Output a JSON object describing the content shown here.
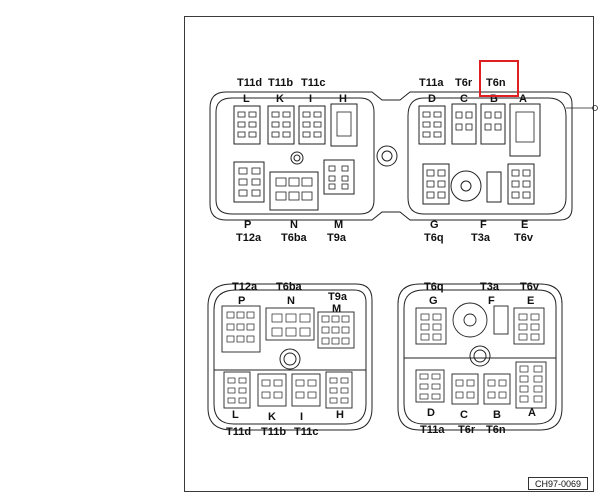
{
  "diagram": {
    "figure_code": "CH97-0069",
    "highlighted_label": "T6n",
    "top_view": {
      "upper_left_top": [
        "T11d",
        "T11b",
        "T11c"
      ],
      "upper_left_letters": [
        "L",
        "K",
        "I",
        "H"
      ],
      "upper_left_bottom_letters": [
        "P",
        "N",
        "M"
      ],
      "upper_left_bottom": [
        "T12a",
        "T6ba",
        "T9a"
      ],
      "upper_right_top": [
        "T11a",
        "T6r",
        "T6n"
      ],
      "upper_right_letters": [
        "D",
        "C",
        "B",
        "A"
      ],
      "upper_right_bottom_letters": [
        "G",
        "F",
        "E"
      ],
      "upper_right_bottom": [
        "T6q",
        "T3a",
        "T6v"
      ]
    },
    "bottom_view": {
      "left_top": [
        "T12a",
        "T6ba"
      ],
      "left_top_letters": [
        "P",
        "N"
      ],
      "left_top_right": "T9a",
      "left_top_right_letter": "M",
      "left_bottom_letters": [
        "L",
        "K",
        "I",
        "H"
      ],
      "left_bottom": [
        "T11d",
        "T11b",
        "T11c"
      ],
      "right_top": [
        "T6q",
        "T3a",
        "T6v"
      ],
      "right_top_letters": [
        "G",
        "F",
        "E"
      ],
      "right_bottom_letters": [
        "D",
        "C",
        "B",
        "A"
      ],
      "right_bottom": [
        "T11a",
        "T6r",
        "T6n"
      ]
    }
  }
}
